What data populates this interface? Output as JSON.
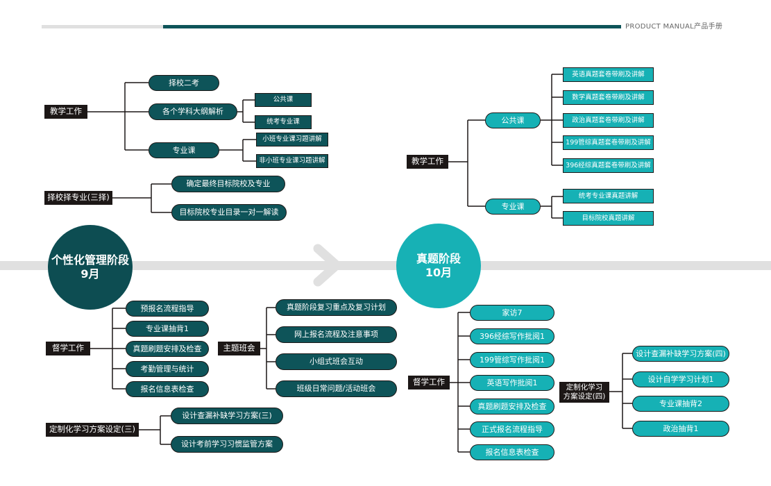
{
  "header": {
    "text": "PRODUCT MANUAL产品手册"
  },
  "colors": {
    "dark": "#1c1716",
    "teal_dark": "#0e5459",
    "teal_light": "#16b1b5",
    "band": "#e0e0e0"
  },
  "stages": {
    "left": {
      "title": "个性化管理阶段",
      "month": "9月"
    },
    "right": {
      "title": "真题阶段",
      "month": "10月"
    }
  },
  "decor": {
    "arrow": "chevron-right-icon"
  },
  "left_top": {
    "teaching": {
      "label": "教学工作",
      "items": [
        "择校二考",
        "各个学科大纲解析",
        "专业课"
      ],
      "outline_sub": [
        "公共课",
        "统考专业课"
      ],
      "major_sub": [
        "小班专业课习题讲解",
        "非小班专业课习题讲解"
      ]
    },
    "school": {
      "label": "择校择专业(三择)",
      "items": [
        "确定最终目标院校及专业",
        "目标院校专业目录一对一解读"
      ]
    }
  },
  "left_bottom": {
    "supervise": {
      "label": "督学工作",
      "items": [
        "预报名流程指导",
        "专业课抽背1",
        "真题刷题安排及检查",
        "考勤管理与统计",
        "报名信息表检查"
      ]
    },
    "theme": {
      "label": "主题班会",
      "items": [
        "真题阶段复习重点及复习计划",
        "网上报名流程及注意事项",
        "小组式班会互动",
        "班级日常问题/活动班会"
      ]
    },
    "custom3": {
      "label": "定制化学习方案设定(三)",
      "items": [
        "设计查漏补缺学习方案(三)",
        "设计考前学习习惯监管方案"
      ]
    }
  },
  "right_top": {
    "teaching": {
      "label": "教学工作",
      "groups": [
        "公共课",
        "专业课"
      ],
      "public_sub": [
        "英语真题套卷带刷及讲解",
        "数学真题套卷带刷及讲解",
        "政治真题套卷带刷及讲解",
        "199管综真题套卷带刷及讲解",
        "396经综真题套卷带刷及讲解"
      ],
      "major_sub": [
        "统考专业课真题讲解",
        "目标院校真题讲解"
      ]
    }
  },
  "right_bottom": {
    "supervise": {
      "label": "督学工作",
      "items": [
        "家访7",
        "396经综写作批阅1",
        "199管综写作批阅1",
        "英语写作批阅1",
        "真题刷题安排及检查",
        "正式报名流程指导",
        "报名信息表检查"
      ]
    },
    "custom4": {
      "label_lines": [
        "定制化学习",
        "方案设定(四)"
      ],
      "items": [
        "设计查漏补缺学习方案(四)",
        "设计自学学习计划1",
        "专业课抽背2",
        "政治抽背1"
      ]
    }
  }
}
